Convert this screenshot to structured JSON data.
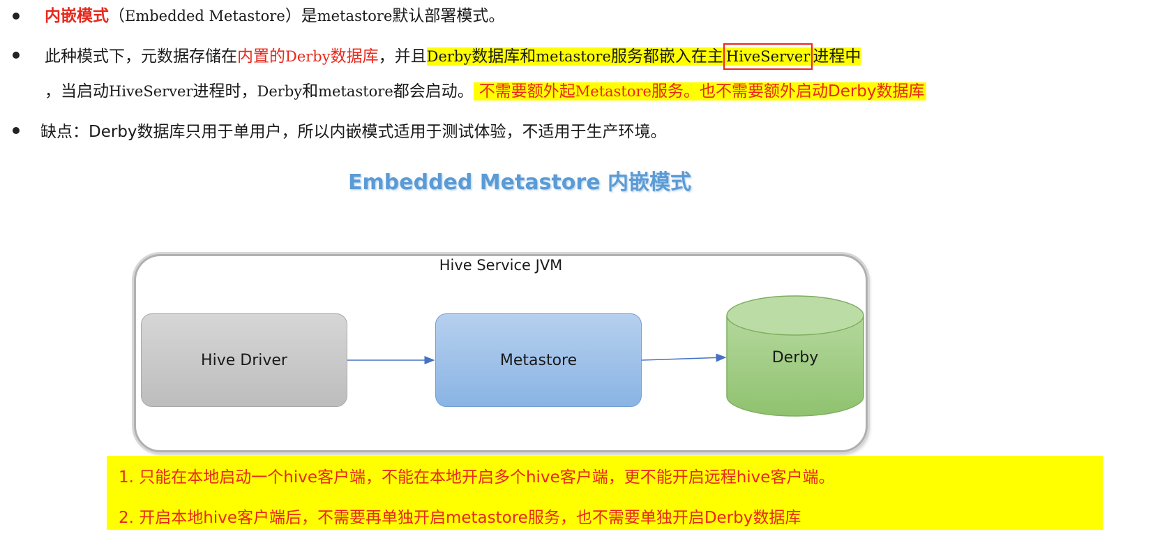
{
  "bullets": {
    "b1": {
      "title": "内嵌模式",
      "paren_open": "（",
      "mode_en": "Embedded Metastore",
      "paren_close": "）",
      "rest_1": "是",
      "rest_2": "metastore",
      "rest_3": "默认部署模式。"
    },
    "b2": {
      "seg1": "此种模式下，元数据存储在",
      "seg2_red": "内置的",
      "seg3_red_serif": "Derby",
      "seg4_red": "数据库",
      "seg5": "，并且",
      "seg6_hl_serif": "Derby",
      "seg7_hl": "数据库和",
      "seg8_hl_serif": "metastore",
      "seg9_hl": "服务都嵌入在主",
      "seg10_boxed": "HiveServer",
      "seg11_hl": "进程中",
      "l2_seg1": "，当启动",
      "l2_seg2_serif": "HiveServer",
      "l2_seg3": "进程时，",
      "l2_seg4_serif": "Derby",
      "l2_seg5": "和",
      "l2_seg6_serif": "metastore",
      "l2_seg7": "都会启动。",
      "l2_hl_1": "不需要额外起",
      "l2_hl_2_serif": "Metastore",
      "l2_hl_3": "服务。也不需要额外启动Derby数据库"
    },
    "b3": {
      "text": "缺点：Derby数据库只用于单用户，所以内嵌模式适用于测试体验，不适用于生产环境。"
    }
  },
  "diagram": {
    "title": "Embedded Metastore 内嵌模式",
    "container_label": "Hive Service JVM",
    "nodes": {
      "driver": "Hive Driver",
      "metastore": "Metastore",
      "derby": "Derby"
    },
    "colors": {
      "driver": "#c8c8c8",
      "metastore": "#9dc3e6",
      "derby": "#a9d18e",
      "arrow": "#4472c4"
    }
  },
  "notes": {
    "note1": "1. 只能在本地启动一个hive客户端，不能在本地开启多个hive客户端，更不能开启远程hive客户端。",
    "note2": "2. 开启本地hive客户端后，不需要再单独开启metastore服务，也不需要单独开启Derby数据库"
  }
}
